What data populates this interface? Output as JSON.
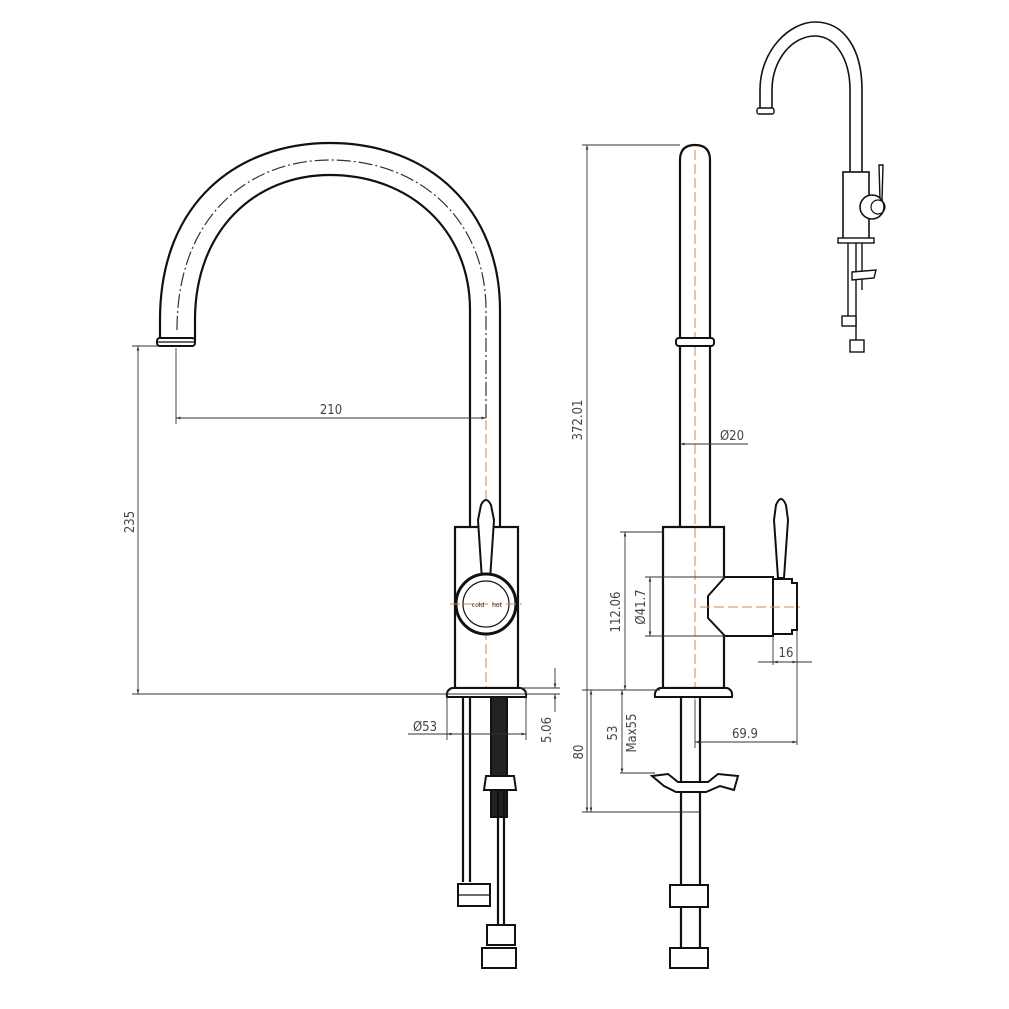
{
  "drawing": {
    "front_view": {
      "dimensions": {
        "spout_reach": "210",
        "spout_height": "235",
        "base_diameter": "Ø53",
        "base_thickness": "5.06"
      },
      "handle_labels": {
        "cold": "cold",
        "hot": "hot"
      }
    },
    "side_view": {
      "dimensions": {
        "overall_height": "372.01",
        "pipe_diameter": "Ø20",
        "body_height": "112.06",
        "handle_diameter": "Ø41.7",
        "handle_cap": "16",
        "shank_length": "53",
        "max_thickness": "Max55",
        "below_deck": "80",
        "handle_projection": "69.9"
      }
    },
    "colors": {
      "line": "#111111",
      "centerline": "#c8895e"
    }
  }
}
